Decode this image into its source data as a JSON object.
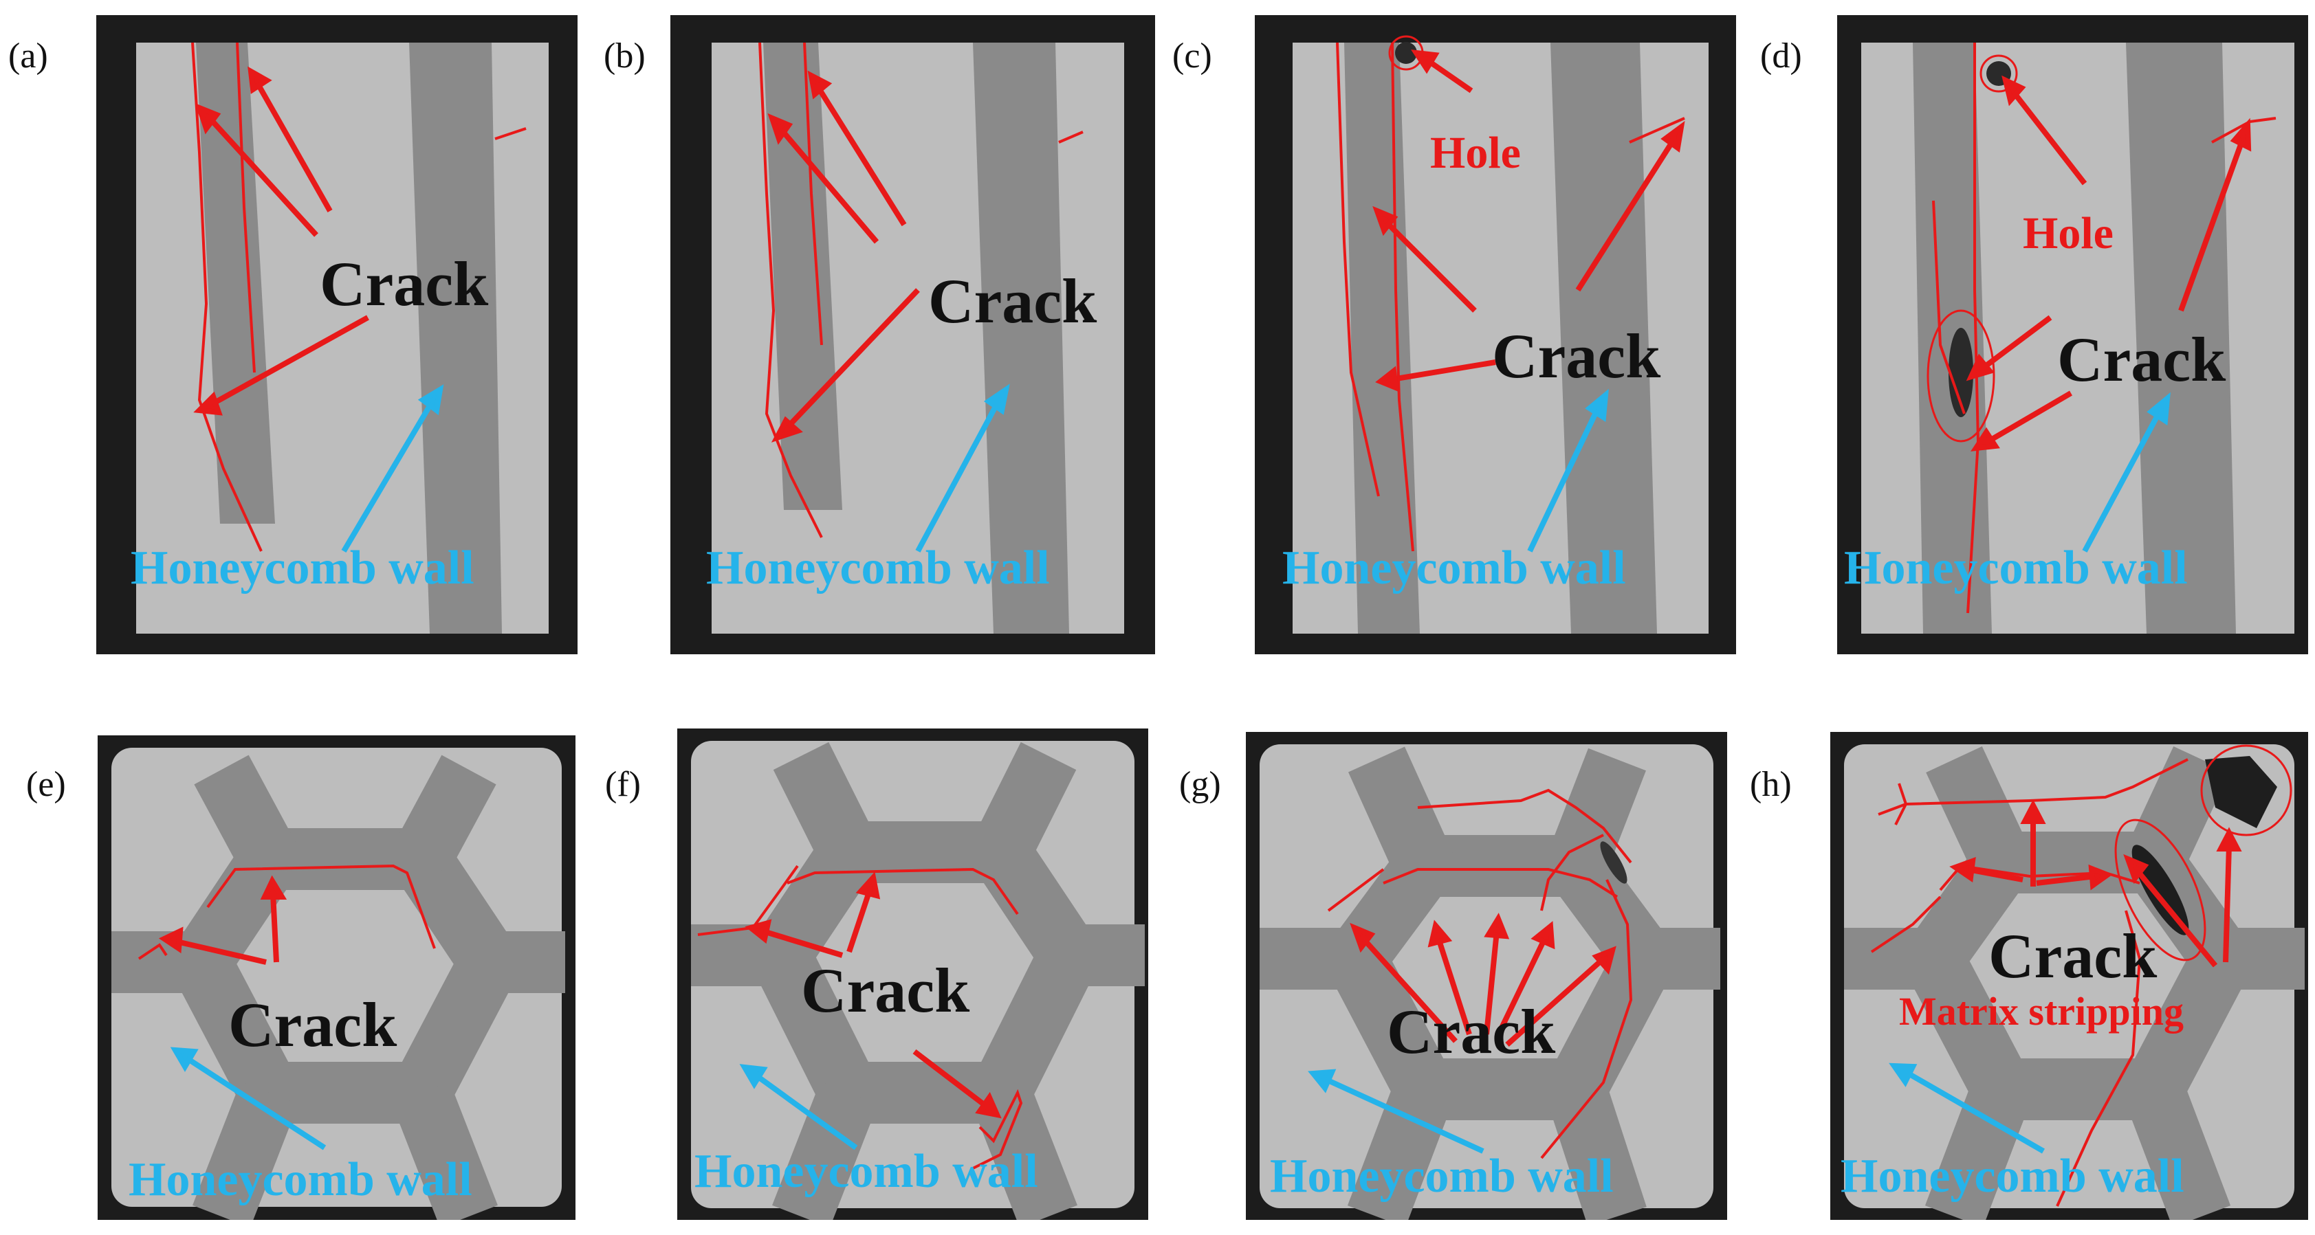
{
  "panels": [
    {
      "tag": "(a)",
      "crack": "Crack",
      "wall": "Honeycomb wall"
    },
    {
      "tag": "(b)",
      "crack": "Crack",
      "wall": "Honeycomb wall"
    },
    {
      "tag": "(c)",
      "crack": "Crack",
      "hole": "Hole",
      "wall": "Honeycomb wall"
    },
    {
      "tag": "(d)",
      "crack": "Crack",
      "hole": "Hole",
      "wall": "Honeycomb wall"
    },
    {
      "tag": "(e)",
      "crack": "Crack",
      "wall": "Honeycomb wall"
    },
    {
      "tag": "(f)",
      "crack": "Crack",
      "wall": "Honeycomb wall"
    },
    {
      "tag": "(g)",
      "crack": "Crack",
      "wall": "Honeycomb wall"
    },
    {
      "tag": "(h)",
      "crack": "Crack",
      "matrix": "Matrix stripping",
      "wall": "Honeycomb wall"
    }
  ],
  "colors": {
    "crack": "#e81919",
    "wall_label": "#25b3ea",
    "specimen": "#bdbdbd",
    "wall_band": "#8a8a8a"
  }
}
